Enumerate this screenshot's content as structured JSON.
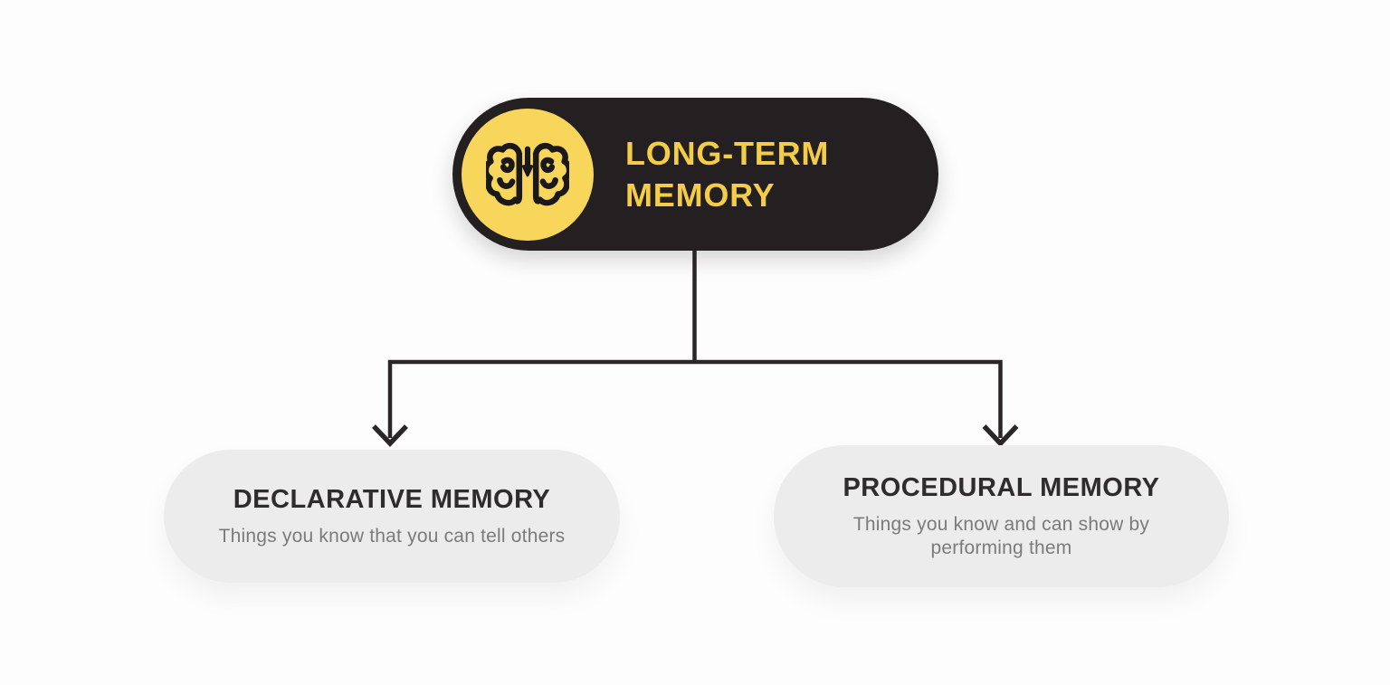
{
  "diagram": {
    "root": {
      "title": "LONG-TERM\nMEMORY",
      "icon": "brain-icon",
      "colors": {
        "background": "#242021",
        "title_text": "#F3CC48",
        "icon_background": "#F8D55B",
        "icon_stroke": "#1B1819"
      }
    },
    "children": [
      {
        "title": "DECLARATIVE MEMORY",
        "description": "Things you know that you can tell others",
        "colors": {
          "background": "#ECECEC",
          "title_text": "#2E2C2C",
          "description_text": "#7B7B7B"
        }
      },
      {
        "title": "PROCEDURAL MEMORY",
        "description": "Things you know and can show by\nperforming them",
        "colors": {
          "background": "#ECECEC",
          "title_text": "#2E2C2C",
          "description_text": "#7B7B7B"
        }
      }
    ],
    "connectors": {
      "color": "#2A2627",
      "style": "elbow-with-open-arrowheads"
    }
  }
}
